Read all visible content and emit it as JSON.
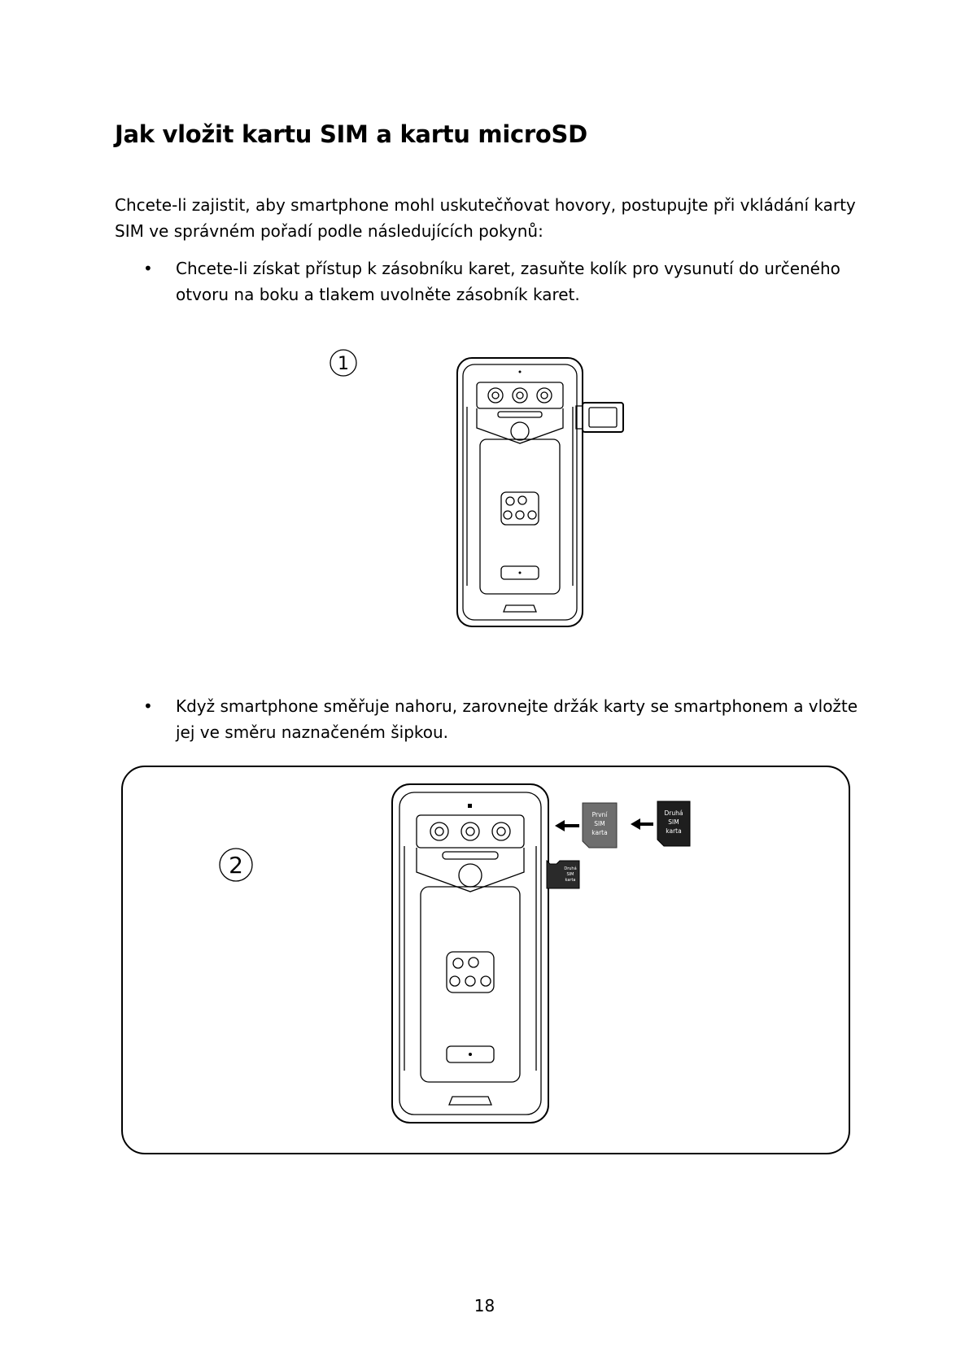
{
  "title": "Jak vložit kartu SIM a kartu microSD",
  "intro": "Chcete-li zajistit, aby smartphone mohl uskutečňovat hovory, postupujte při vkládání karty SIM ve správném pořadí podle následujících pokynů:",
  "bullets": [
    "Chcete-li získat přístup k zásobníku karet, zasuňte kolík pro vysunutí do určeného otvoru na boku a tlakem uvolněte zásobník karet.",
    "Když smartphone směřuje nahoru, zarovnejte držák karty se smartphonem a vložte jej ve směru naznačeném šipkou."
  ],
  "figure1": {
    "step": "1"
  },
  "figure2": {
    "step": "2",
    "card_first_sim": [
      "První",
      "SIM",
      "karta"
    ],
    "card_second_sim": [
      "Druhá",
      "SIM",
      "karta"
    ],
    "card_micro": [
      "Druhá",
      "SIM",
      "karta"
    ]
  },
  "page_number": "18"
}
